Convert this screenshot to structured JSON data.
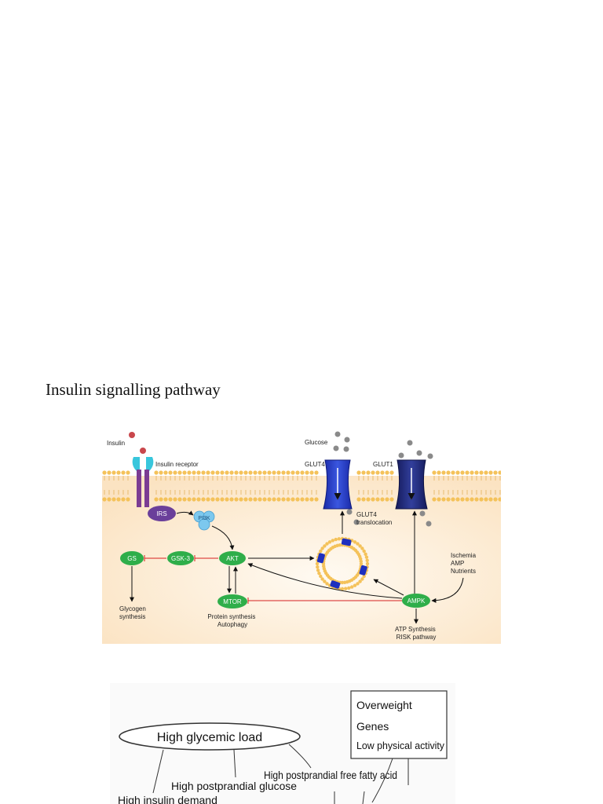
{
  "document": {
    "heading": "Insulin signalling pathway"
  },
  "pathway_figure": {
    "labels": {
      "insulin": "Insulin",
      "insulin_receptor": "Insulin receptor",
      "glucose": "Glucose",
      "glut4": "GLUT4",
      "glut1": "GLUT1",
      "glut4_translocation_1": "GLUT4",
      "glut4_translocation_2": "translocation",
      "ischemia": "Ischemia",
      "amp": "AMP",
      "nutrients": "Nutrients",
      "glycogen_1": "Glycogen",
      "glycogen_2": "synthesis",
      "protein_synthesis": "Protein synthesis",
      "autophagy": "Autophagy",
      "atp_synthesis": "ATP Synthesis",
      "risk_pathway": "RISK pathway"
    },
    "nodes": {
      "irs": "IRS",
      "pi3k": "PI3K",
      "akt": "AKT",
      "gsk3": "GSK-3",
      "gs": "GS",
      "mtor": "MTOR",
      "ampk": "AMPK"
    },
    "colors": {
      "cytoplasm": "#fbe9cf",
      "membrane_head": "#f4c25a",
      "receptor_cyan": "#38c6dc",
      "receptor_purple": "#7b3c93",
      "irs_purple": "#6a3f9a",
      "pi3k_blue": "#7cc8ee",
      "node_green": "#2fae4a",
      "glut4_blue": "#1e2fbf",
      "glut1_navy": "#1d2470",
      "inhibit_red": "#d62020",
      "insulin_red": "#c9474c"
    }
  },
  "glycemic_figure": {
    "box": {
      "line1": "Overweight",
      "line2": "Genes",
      "line3": "Low physical activity"
    },
    "ellipse": "High glycemic load",
    "items": {
      "free_fatty_acid": "High postprandial free fatty acid",
      "glucose": "High postprandial glucose",
      "insulin_demand": "High insulin demand"
    }
  }
}
